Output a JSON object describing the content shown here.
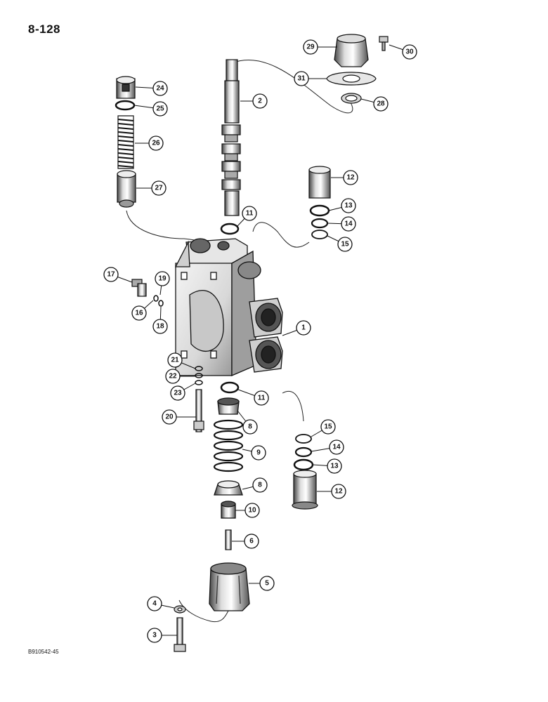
{
  "page": {
    "number": "8-128",
    "figure_code": "B910542-45"
  },
  "callouts": [
    {
      "key": "c29",
      "label": "29"
    },
    {
      "key": "c30",
      "label": "30"
    },
    {
      "key": "c31",
      "label": "31"
    },
    {
      "key": "c28",
      "label": "28"
    },
    {
      "key": "c2",
      "label": "2"
    },
    {
      "key": "c24",
      "label": "24"
    },
    {
      "key": "c25",
      "label": "25"
    },
    {
      "key": "c26",
      "label": "26"
    },
    {
      "key": "c27",
      "label": "27"
    },
    {
      "key": "c12a",
      "label": "12"
    },
    {
      "key": "c13a",
      "label": "13"
    },
    {
      "key": "c14a",
      "label": "14"
    },
    {
      "key": "c15a",
      "label": "15"
    },
    {
      "key": "c11a",
      "label": "11"
    },
    {
      "key": "c17",
      "label": "17"
    },
    {
      "key": "c19",
      "label": "19"
    },
    {
      "key": "c16",
      "label": "16"
    },
    {
      "key": "c18",
      "label": "18"
    },
    {
      "key": "c1",
      "label": "1"
    },
    {
      "key": "c21",
      "label": "21"
    },
    {
      "key": "c22",
      "label": "22"
    },
    {
      "key": "c23",
      "label": "23"
    },
    {
      "key": "c11b",
      "label": "11"
    },
    {
      "key": "c20",
      "label": "20"
    },
    {
      "key": "c8a",
      "label": "8"
    },
    {
      "key": "c15b",
      "label": "15"
    },
    {
      "key": "c14b",
      "label": "14"
    },
    {
      "key": "c9",
      "label": "9"
    },
    {
      "key": "c13b",
      "label": "13"
    },
    {
      "key": "c12b",
      "label": "12"
    },
    {
      "key": "c8b",
      "label": "8"
    },
    {
      "key": "c10",
      "label": "10"
    },
    {
      "key": "c6",
      "label": "6"
    },
    {
      "key": "c5",
      "label": "5"
    },
    {
      "key": "c4",
      "label": "4"
    },
    {
      "key": "c3",
      "label": "3"
    }
  ]
}
